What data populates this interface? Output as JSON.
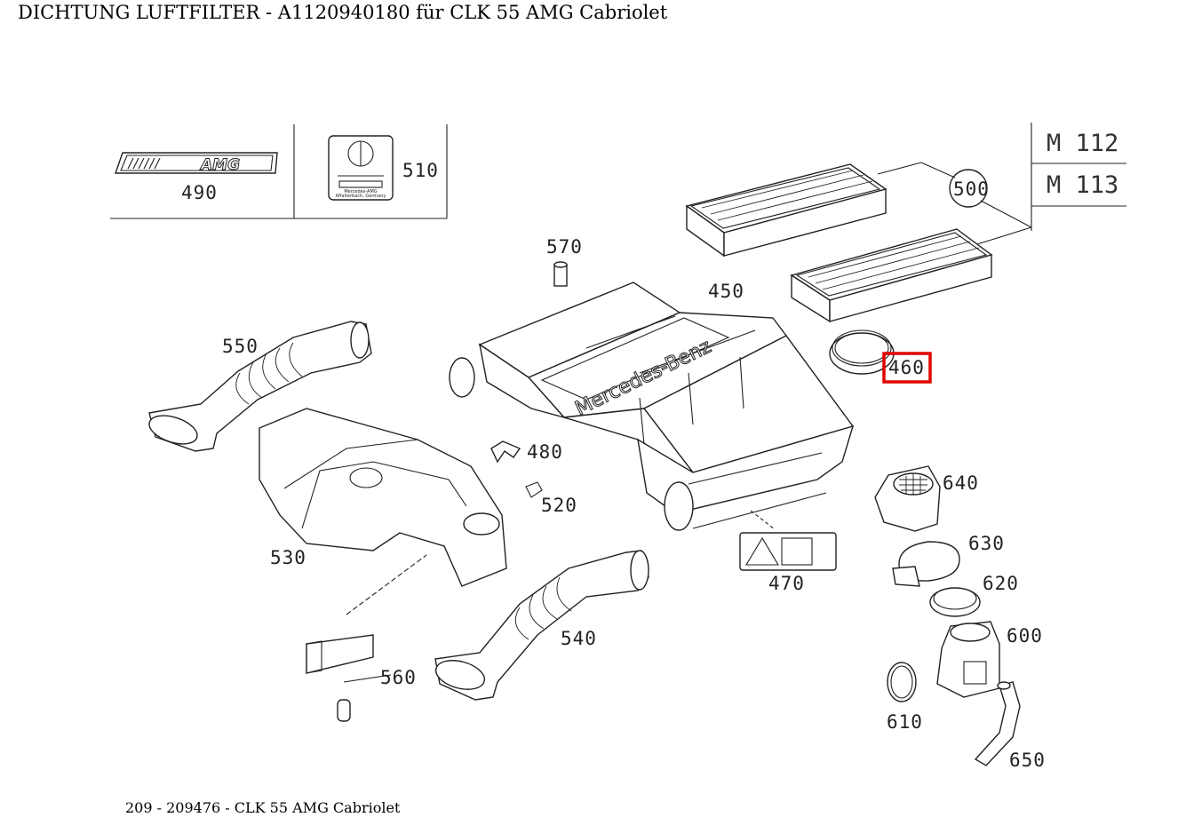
{
  "title": "DICHTUNG LUFTFILTER - A1120940180 für CLK 55 AMG Cabriolet",
  "footer": "209 - 209476 - CLK 55 AMG Cabriolet",
  "highlight_color": "#e00000",
  "highlighted_part": "460",
  "engines": [
    "M 112",
    "M 113"
  ],
  "badge_text": "AMG",
  "plate_text": [
    "Mercedes-AMG",
    "Affalterbach, Germany"
  ],
  "cover_text": "Mercedes-Benz",
  "parts": {
    "p490": "490",
    "p510": "510",
    "p500": "500",
    "p570": "570",
    "p450": "450",
    "p550": "550",
    "p460": "460",
    "p480": "480",
    "p520": "520",
    "p640": "640",
    "p530": "530",
    "p630": "630",
    "p470": "470",
    "p620": "620",
    "p540": "540",
    "p600": "600",
    "p560": "560",
    "p610": "610",
    "p650": "650"
  }
}
